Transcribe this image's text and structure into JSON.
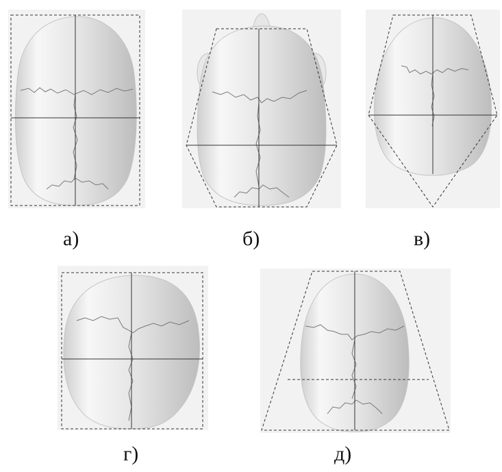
{
  "figures": [
    {
      "id": "a",
      "caption": "а)"
    },
    {
      "id": "b",
      "caption": "б)"
    },
    {
      "id": "v",
      "caption": "в)"
    },
    {
      "id": "g",
      "caption": "г)"
    },
    {
      "id": "d",
      "caption": "д)"
    }
  ],
  "colors": {
    "panel_bg": "#f2f2f2",
    "skull_light": "#fafafa",
    "skull_dark": "#b9b9b9",
    "guide_line": "#333333",
    "suture": "#6e6e6e"
  }
}
